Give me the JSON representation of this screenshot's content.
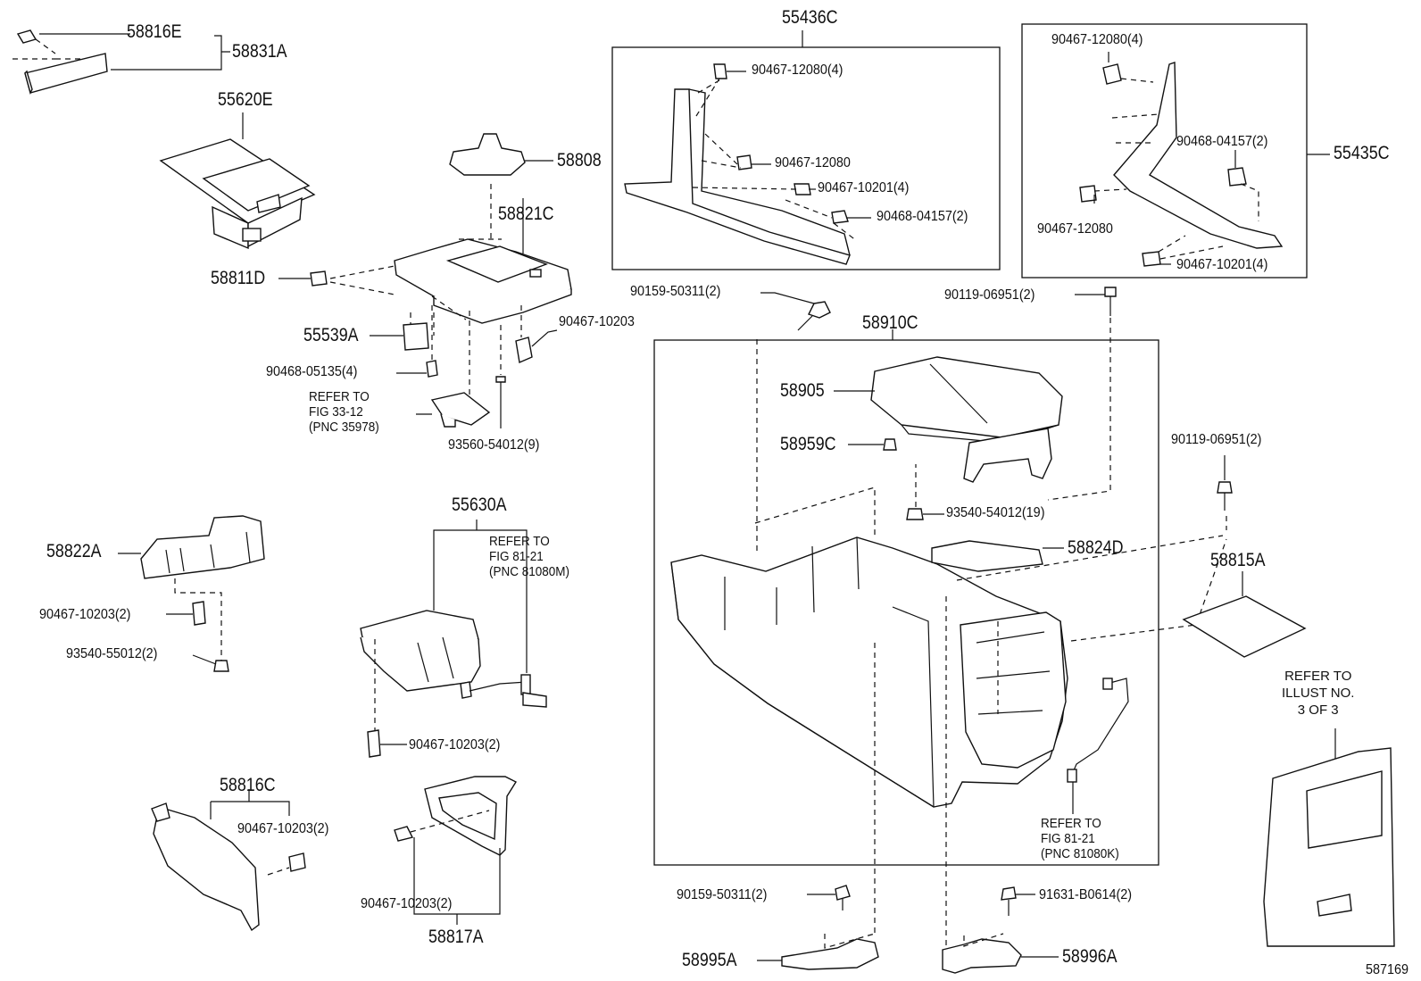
{
  "labels": {
    "p58816E": "58816E",
    "p58831A": "58831A",
    "p55620E": "55620E",
    "p58808": "58808",
    "p58821C": "58821C",
    "p58811D": "58811D",
    "p55539A": "55539A",
    "p90467_10203_a": "90467-10203",
    "p90468_05135": "90468-05135(4)",
    "refer_33_12": "REFER TO\nFIG 33-12\n(PNC 35978)",
    "p93560_54012": "93560-54012(9)",
    "p55436C": "55436C",
    "p90467_12080_4a": "90467-12080(4)",
    "p90467_12080_a": "90467-12080",
    "p90467_10201_4a": "90467-10201(4)",
    "p90468_04157_2a": "90468-04157(2)",
    "p90467_12080_4b": "90467-12080(4)",
    "p90468_04157_2b": "90468-04157(2)",
    "p55435C": "55435C",
    "p90467_12080_b": "90467-12080",
    "p90467_10201_4b": "90467-10201(4)",
    "p90159_50311_a": "90159-50311(2)",
    "p90119_06951_a": "90119-06951(2)",
    "p58910C": "58910C",
    "p58905": "58905",
    "p58959C": "58959C",
    "p93540_54012": "93540-54012(19)",
    "p90119_06951_b": "90119-06951(2)",
    "p58824D": "58824D",
    "p58815A": "58815A",
    "p58822A": "58822A",
    "p90467_10203_2a": "90467-10203(2)",
    "p93540_55012": "93540-55012(2)",
    "p55630A": "55630A",
    "refer_81_21_m": "REFER TO\nFIG 81-21\n(PNC 81080M)",
    "p90467_10203_2b": "90467-10203(2)",
    "refer_illust": "REFER TO\nILLUST NO.\n3 OF 3",
    "p58816C": "58816C",
    "p90467_10203_2c": "90467-10203(2)",
    "p90467_10203_2d": "90467-10203(2)",
    "p58817A": "58817A",
    "refer_81_21_k": "REFER TO\nFIG 81-21\n(PNC 81080K)",
    "p90159_50311_b": "90159-50311(2)",
    "p91631_B0614": "91631-B0614(2)",
    "p58995A": "58995A",
    "p58996A": "58996A",
    "illust_number": "587169"
  }
}
